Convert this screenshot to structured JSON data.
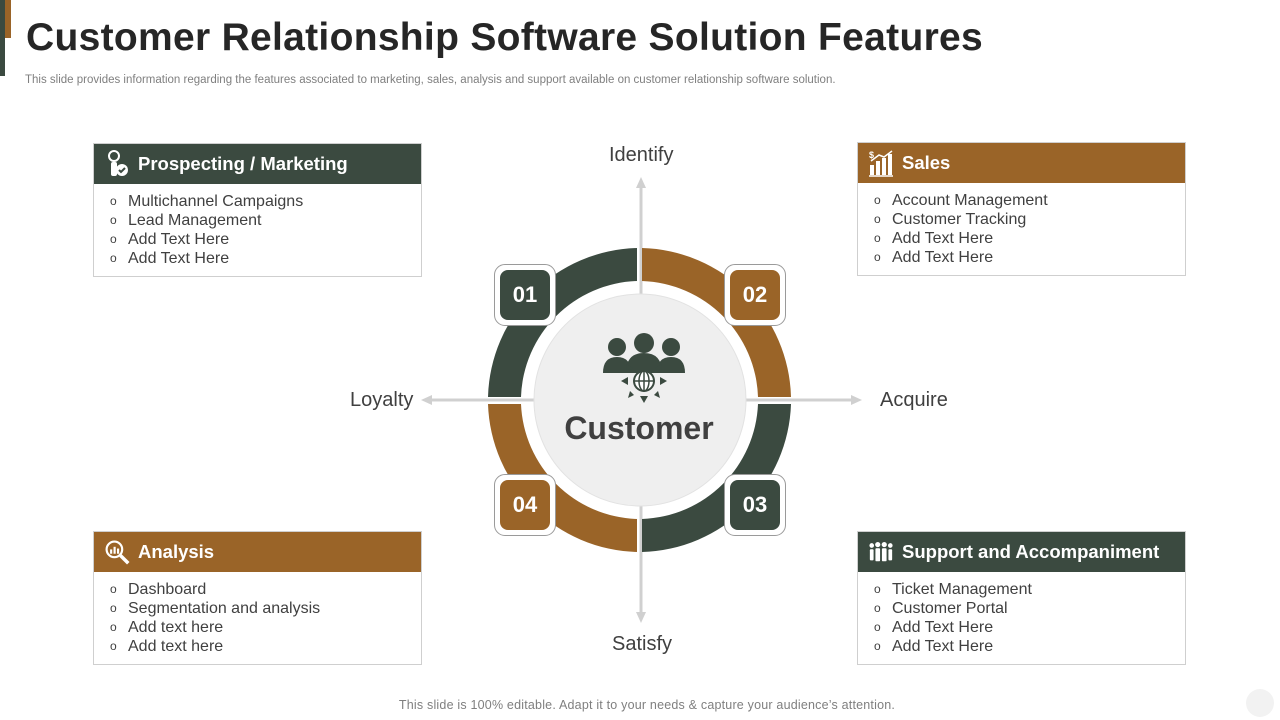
{
  "slide": {
    "title": "Customer Relationship Software Solution Features",
    "subtitle": "This slide provides information regarding the features associated to marketing, sales, analysis and support available on customer relationship software solution.",
    "footer": "This slide is 100% editable. Adapt it to your needs & capture your audience’s attention."
  },
  "colors": {
    "dark": "#3b4a40",
    "brown": "#9a6428",
    "center_circle": "#efefef",
    "arrow": "#d0d0d0"
  },
  "boxes": {
    "top_left": {
      "title": "Prospecting / Marketing",
      "icon": "person-check-icon",
      "items": [
        "Multichannel  Campaigns",
        "Lead Management",
        "Add Text Here",
        "Add Text Here"
      ]
    },
    "top_right": {
      "title": "Sales",
      "icon": "sales-chart-icon",
      "items": [
        "Account Management",
        "Customer Tracking",
        "Add Text Here",
        "Add Text Here"
      ]
    },
    "bottom_left": {
      "title": "Analysis",
      "icon": "magnifier-chart-icon",
      "items": [
        "Dashboard",
        "Segmentation and analysis",
        "Add text here",
        "Add text here"
      ]
    },
    "bottom_right": {
      "title": "Support and Accompaniment",
      "icon": "team-icon",
      "items": [
        "Ticket Management",
        "Customer Portal",
        "Add Text Here",
        "Add Text Here"
      ]
    }
  },
  "diagram": {
    "center_label": "Customer",
    "center_icon": "customer-group-globe-icon",
    "directions": {
      "top": "Identify",
      "right": "Acquire",
      "bottom": "Satisfy",
      "left": "Loyalty"
    },
    "steps": [
      "01",
      "02",
      "03",
      "04"
    ]
  }
}
